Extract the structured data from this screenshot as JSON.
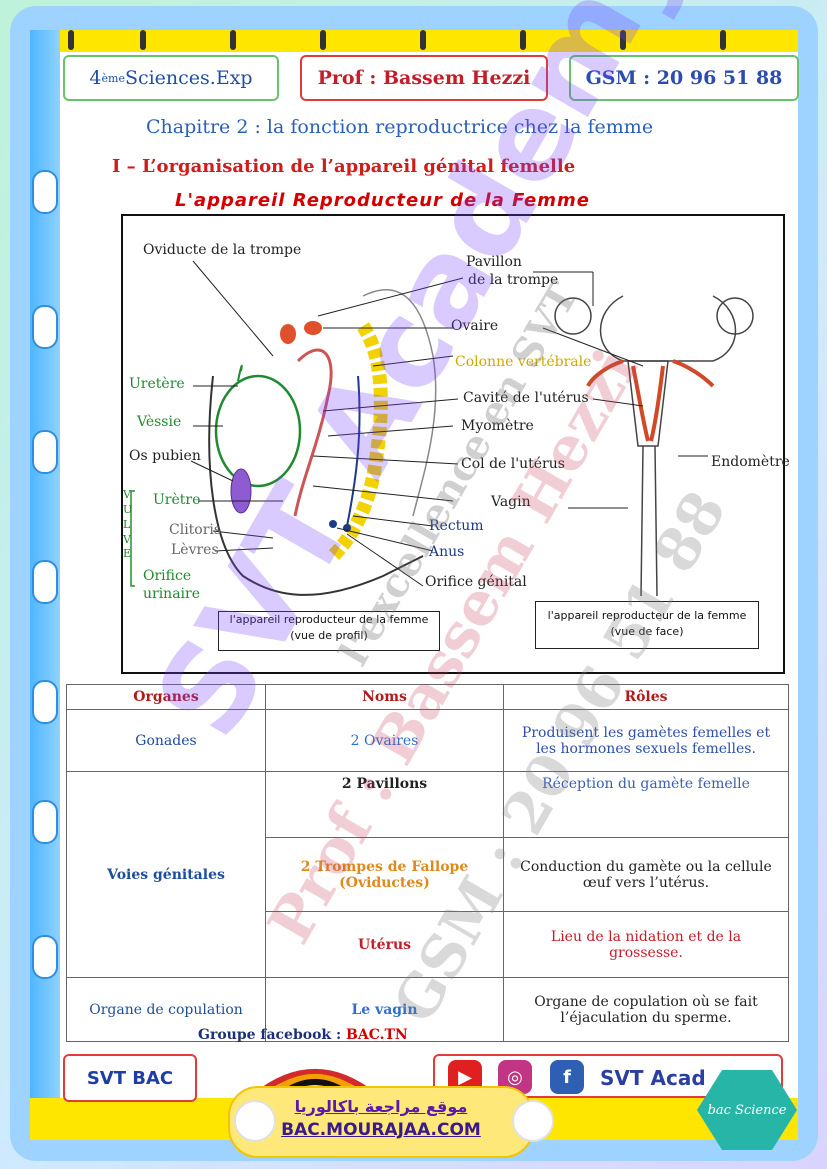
{
  "header": {
    "level_prefix": "4",
    "level_sup": "ème",
    "level_rest": " Sciences.Exp",
    "prof": "Prof : Bassem Hezzi",
    "gsm": "GSM : 20 96 51 88"
  },
  "chapter_title": "Chapitre 2 : la fonction reproductrice chez la femme",
  "section_title": "I – L’organisation de l’appareil génital femelle",
  "diagram": {
    "title": "L'appareil Reproducteur de la Femme",
    "labels": {
      "oviducte": "Oviducte de la trompe",
      "pavillon_1": "Pavillon",
      "pavillon_2": "de la trompe",
      "ovaire": "Ovaire",
      "colonne": "Colonne vertébrale",
      "cavite": "Cavité de l'utérus",
      "myometre": "Myomètre",
      "col": "Col de l'utérus",
      "vagin": "Vagin",
      "endometre": "Endomètre",
      "uretere": "Uretère",
      "vessie": "Vèssie",
      "os_pubien": "Os pubien",
      "vulve_letters": "V\nU\nL\nV\nE",
      "uretre": "Urètre",
      "clitoris": "Clitoris",
      "levres": "Lèvres",
      "orifice_urinaire_1": "Orifice",
      "orifice_urinaire_2": "urinaire",
      "rectum": "Rectum",
      "anus": "Anus",
      "orifice_genital": "Orifice génital"
    },
    "caption_profile_1": "l'appareil reproducteur de la femme",
    "caption_profile_2": "(vue de profil)",
    "caption_face_1": "l'appareil reproducteur de la femme",
    "caption_face_2": "(vue de face)"
  },
  "table": {
    "headers": [
      "Organes",
      "Noms",
      "Rôles"
    ],
    "gonades": {
      "organe": "Gonades",
      "nom": "2 Ovaires",
      "role": "Produisent les gamètes femelles et les hormones sexuels femelles."
    },
    "voies": {
      "organe": "Voies génitales",
      "pavillons": {
        "nom": "2 Pavillons",
        "role": "Réception du gamète femelle"
      },
      "trompes": {
        "nom": "2 Trompes de Fallope (Oviductes)",
        "role": "Conduction du gamète ou la cellule œuf vers l’utérus."
      },
      "uterus": {
        "nom": "Utérus",
        "role": "Lieu de la nidation et de la grossesse."
      }
    },
    "copulation": {
      "organe": "Organe de copulation",
      "nom": "Le vagin",
      "role": "Organe de copulation où se fait l’éjaculation du sperme."
    }
  },
  "facebook": {
    "prefix": "Groupe facebook : ",
    "name": "BAC.TN"
  },
  "footer": {
    "svt_bac": "SVT BAC",
    "svt_academy": "SVT Acad",
    "banner_arabic": "موقع مراجعة باكالوريا",
    "banner_url": "BAC.MOURAJAA.COM",
    "badge": "bac Science"
  },
  "watermark": {
    "svt_academy": "SVT Academy",
    "excellence": "l'excellence en SVT",
    "prof": "Prof : Bassem Hezzi",
    "gsm": "GSM : 20 96 51 88"
  },
  "colors": {
    "accent_red": "#c41d2a",
    "accent_blue": "#1d4fa8",
    "yellow": "#ffe600",
    "green_border": "#67c46b"
  }
}
